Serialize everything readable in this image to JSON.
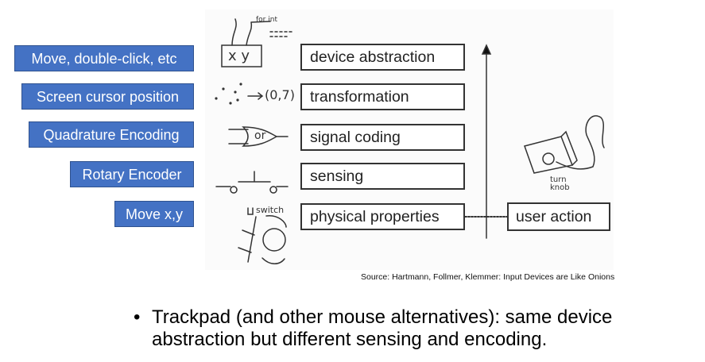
{
  "side_labels": [
    "Move, double-click, etc",
    "Screen cursor position",
    "Quadrature Encoding",
    "Rotary Encoder",
    "Move x,y"
  ],
  "layers": [
    "device abstraction",
    "transformation",
    "signal coding",
    "sensing",
    "physical properties"
  ],
  "user_action": "user action",
  "sketch_texts": {
    "xy": "x y",
    "coord": "(0,7)",
    "or": "or",
    "switch": "switch",
    "for_int": "for int",
    "turn_knob": "turn knob"
  },
  "source": "Source: Hartmann, Follmer, Klemmer: Input Devices are Like Onions",
  "bullet": {
    "marker": "•",
    "text": "Trackpad (and other mouse alternatives): same device abstraction but different sensing and encoding."
  }
}
